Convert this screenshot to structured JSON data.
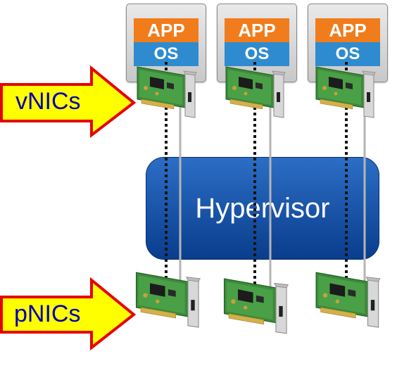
{
  "vms": [
    {
      "app_label": "APP",
      "os_label": "OS"
    },
    {
      "app_label": "APP",
      "os_label": "OS"
    },
    {
      "app_label": "APP",
      "os_label": "OS"
    }
  ],
  "hypervisor": {
    "label": "Hypervisor"
  },
  "callouts": {
    "vnics": "vNICs",
    "pnics": "pNICs"
  },
  "colors": {
    "app": "#f07c1c",
    "os": "#2f8bcf",
    "hypervisor": "#1a55a8",
    "arrow_fill": "#ffff00",
    "arrow_stroke": "#e60000",
    "callout_text": "#0000b3"
  }
}
